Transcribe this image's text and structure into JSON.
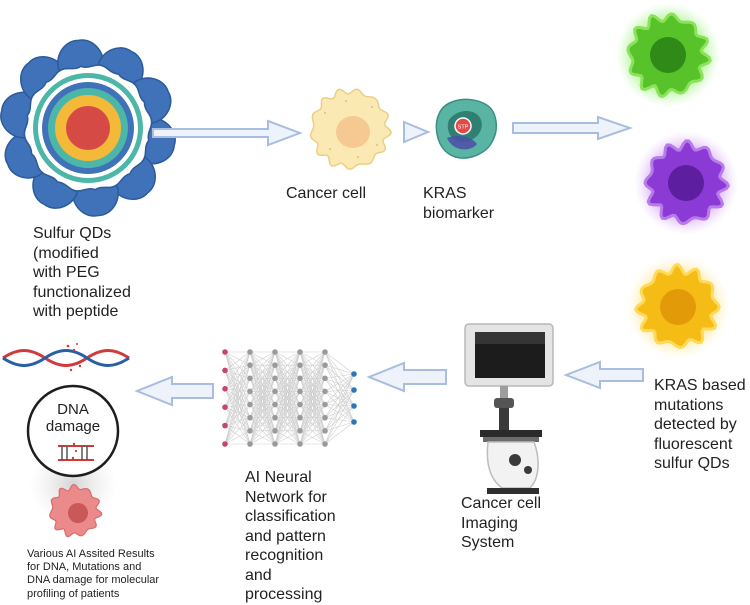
{
  "labels": {
    "qd": [
      "Sulfur QDs",
      "(modified",
      "with PEG",
      "functionalized",
      "with peptide"
    ],
    "cancer_cell": "Cancer cell",
    "kras": [
      "KRAS",
      "biomarker"
    ],
    "stop": "STP",
    "mutations": [
      "KRAS based",
      "mutations",
      "detected by",
      "fluorescent",
      "sulfur QDs"
    ],
    "imaging": [
      "Cancer cell",
      "Imaging",
      "System"
    ],
    "ai": [
      "AI Neural",
      "Network for",
      "classification",
      "and pattern",
      "recognition",
      "and",
      "processing"
    ],
    "dna_damage": [
      "DNA",
      "damage"
    ],
    "results": [
      "Various AI Assited Results",
      "for DNA, Mutations and",
      "DNA damage for molecular",
      "profiling of patients"
    ]
  },
  "colors": {
    "arrow_fill": "#eef3fb",
    "arrow_stroke": "#a9bde0",
    "qd_shell": "#3f72b8",
    "qd_ring": "#4cb7a8",
    "qd_core_outer": "#f5b93a",
    "qd_core_inner": "#d64a45",
    "green_cell": "#57c22a",
    "purple_cell": "#8b3ad6",
    "yellow_cell": "#f6bc16",
    "nn_input": "#c5466a",
    "nn_output": "#2d78b4",
    "nn_hidden": "#9a9a9a"
  }
}
